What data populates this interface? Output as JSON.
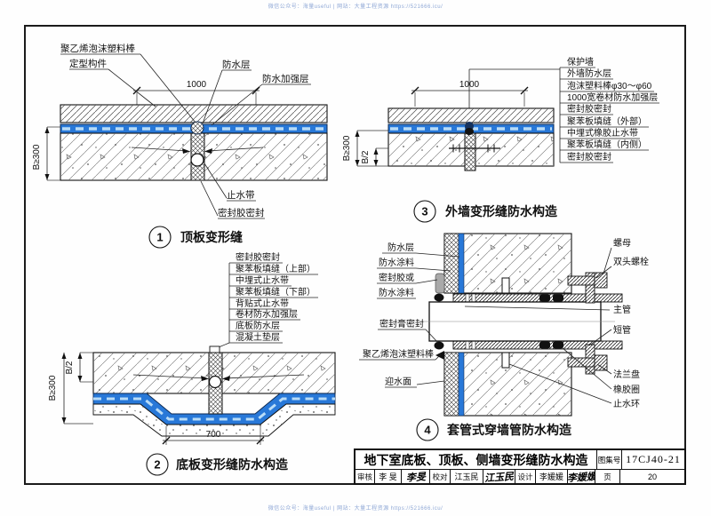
{
  "watermark": {
    "text": "微信公众号：海量useful | 网站：大量工程资源 https://521666.icu/"
  },
  "figures": {
    "f1": {
      "num": "1",
      "caption": "顶板变形缝",
      "dim_width": "1000",
      "dim_b": "B≥300",
      "labels": {
        "rod": "聚乙烯泡沫塑料棒",
        "shaped": "定型构件",
        "wp": "防水层",
        "reinf": "防水加强层",
        "waterstop": "止水带",
        "sealant": "密封胶密封"
      }
    },
    "f2": {
      "num": "2",
      "caption": "底板变形缝防水构造",
      "dim_b2": "B/2",
      "dim_b": "B≥300",
      "dim_w": "700",
      "labels": [
        "密封胶密封",
        "聚苯板填缝（上部）",
        "中埋式止水带",
        "聚苯板填缝（下部）",
        "背贴式止水带",
        "卷材防水加强层",
        "底板防水层",
        "混凝土垫层"
      ]
    },
    "f3": {
      "num": "3",
      "caption": "外墙变形缝防水构造",
      "dim_w": "1000",
      "dim_b": "B≥300",
      "dim_b2": "B/2",
      "labels": [
        "保护墙",
        "外墙防水层",
        "泡沫塑料棒φ30～φ60",
        "1000宽卷材防水加强层",
        "密封胶密封",
        "聚苯板填缝（外部）",
        "中埋式橡胶止水带",
        "聚苯板填缝（内侧）",
        "密封胶密封"
      ]
    },
    "f4": {
      "num": "4",
      "caption": "套管式穿墙管防水构造",
      "labels_left": [
        "防水层",
        "防水涂料",
        "密封胶或",
        "防水涂料",
        "密封膏密封",
        "聚乙烯泡沫塑料棒",
        "迎水面"
      ],
      "labels_right": [
        "螺母",
        "双头螺栓",
        "主管",
        "短管",
        "法兰盘",
        "橡胶圈",
        "止水环"
      ]
    }
  },
  "titleblock": {
    "title": "地下室底板、顶板、侧墙变形缝防水构造",
    "atlas_label": "图集号",
    "atlas_no": "17CJ40-21",
    "page_label": "页",
    "page_no": "20",
    "review_label": "审核",
    "reviewer": "李 旻",
    "reviewer_sig": "李旻",
    "proof_label": "校对",
    "proofreader": "江玉民",
    "proofreader_sig": "江玉民",
    "design_label": "设计",
    "designer": "李媛媛",
    "designer_sig": "李媛媛"
  },
  "colors": {
    "membrane_blue": "#2878d8",
    "membrane_dash": "#b9dcf7",
    "line_black": "#111111"
  }
}
